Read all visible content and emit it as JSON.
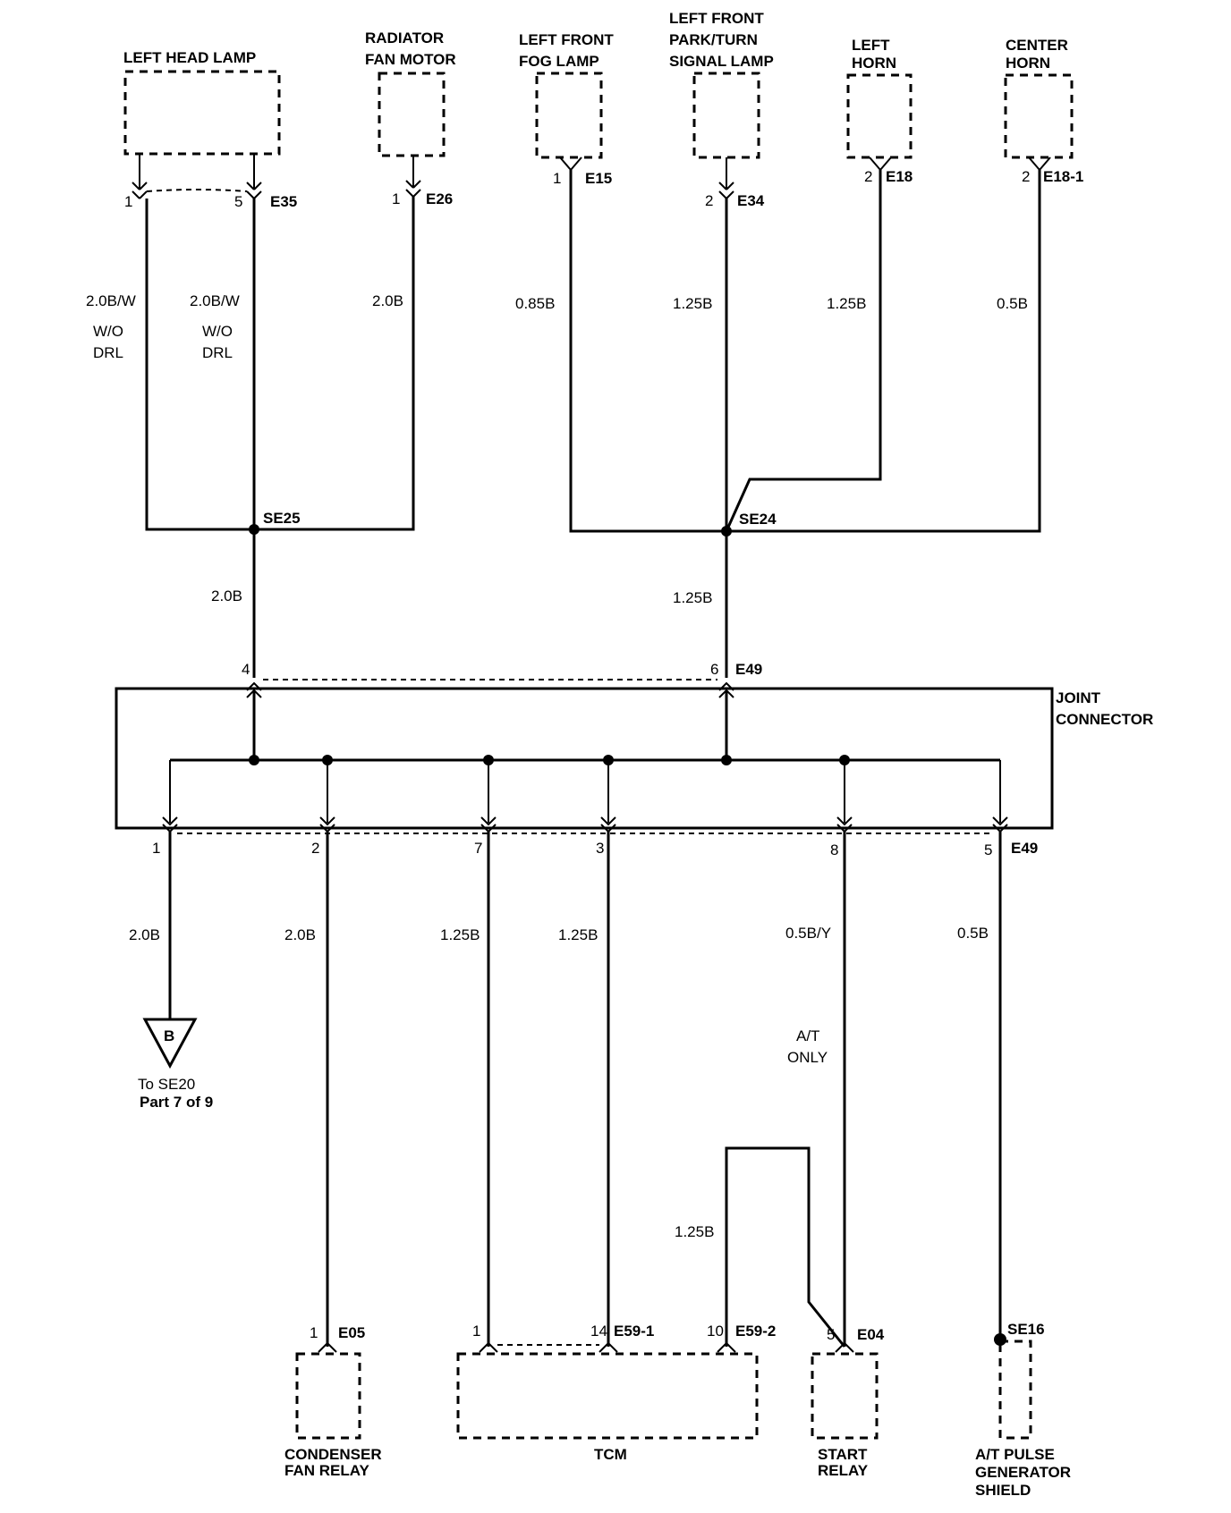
{
  "components": {
    "left_head_lamp": "LEFT HEAD LAMP",
    "radiator_fan_motor": [
      "RADIATOR",
      "FAN MOTOR"
    ],
    "left_front_fog_lamp": [
      "LEFT FRONT",
      "FOG LAMP"
    ],
    "left_front_park_turn": [
      "LEFT FRONT",
      "PARK/TURN",
      "SIGNAL LAMP"
    ],
    "left_horn": [
      "LEFT",
      "HORN"
    ],
    "center_horn": [
      "CENTER",
      "HORN"
    ],
    "joint_connector": [
      "JOINT",
      "CONNECTOR"
    ],
    "condenser_fan_relay": [
      "CONDENSER",
      "FAN RELAY"
    ],
    "tcm": "TCM",
    "start_relay": [
      "START",
      "RELAY"
    ],
    "at_pulse_generator_shield": [
      "A/T PULSE",
      "GENERATOR",
      "SHIELD"
    ]
  },
  "connectors": {
    "e35": "E35",
    "e26": "E26",
    "e15": "E15",
    "e34": "E34",
    "e18": "E18",
    "e18_1": "E18-1",
    "e49_top": "E49",
    "e49_bottom": "E49",
    "e05": "E05",
    "e59_1": "E59-1",
    "e59_2": "E59-2",
    "e04": "E04"
  },
  "splices": {
    "se25": "SE25",
    "se24": "SE24",
    "se16": "SE16"
  },
  "pins": {
    "e35_a": "1",
    "e35_b": "5",
    "e26": "1",
    "e15": "1",
    "e34": "2",
    "e18": "2",
    "e18_1": "2",
    "e49_4": "4",
    "e49_6": "6",
    "e49_1": "1",
    "e49_2": "2",
    "e49_7": "7",
    "e49_3": "3",
    "e49_8": "8",
    "e49_5": "5",
    "e05": "1",
    "e59_1_a": "1",
    "e59_1_b": "14",
    "e59_2": "10",
    "e04": "5"
  },
  "wires": {
    "w1": "2.0B/W",
    "w2": "2.0B/W",
    "w3": "2.0B",
    "w4": "0.85B",
    "w5": "1.25B",
    "w6": "1.25B",
    "w7": "0.5B",
    "se25_out": "2.0B",
    "se24_out": "1.25B",
    "b1": "2.0B",
    "b2": "2.0B",
    "b7": "1.25B",
    "b3": "1.25B",
    "b8": "0.5B/Y",
    "b5": "0.5B",
    "tcm_loop": "1.25B"
  },
  "notes": {
    "wo_drl_1": [
      "W/O",
      "DRL"
    ],
    "wo_drl_2": [
      "W/O",
      "DRL"
    ],
    "at_only": [
      "A/T",
      "ONLY"
    ]
  },
  "ground": {
    "symbol": "B",
    "ref_line1": "To SE20",
    "ref_line2": "Part 7 of 9"
  }
}
